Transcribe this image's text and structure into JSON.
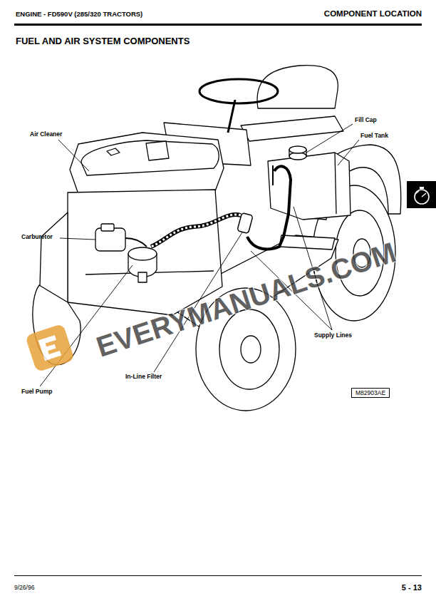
{
  "diagram": {
    "title": "FUEL AND AIR SYSTEM COMPONENTS",
    "nodes": [
      {
        "text": [
          "M82903AE"
        ]
      }
    ],
    "labels": [
      "ENGINE - FD590V (285/320 TRACTORS)",
      "COMPONENT LOCATION",
      "Fill Cap",
      "Fuel Tank",
      "Air Cleaner",
      "Carburetor",
      "Supply Lines",
      "In-Line Filter",
      "Fuel Pump",
      "EVERYMANUALS.COM",
      "9/26/96",
      "5 - 13"
    ]
  }
}
